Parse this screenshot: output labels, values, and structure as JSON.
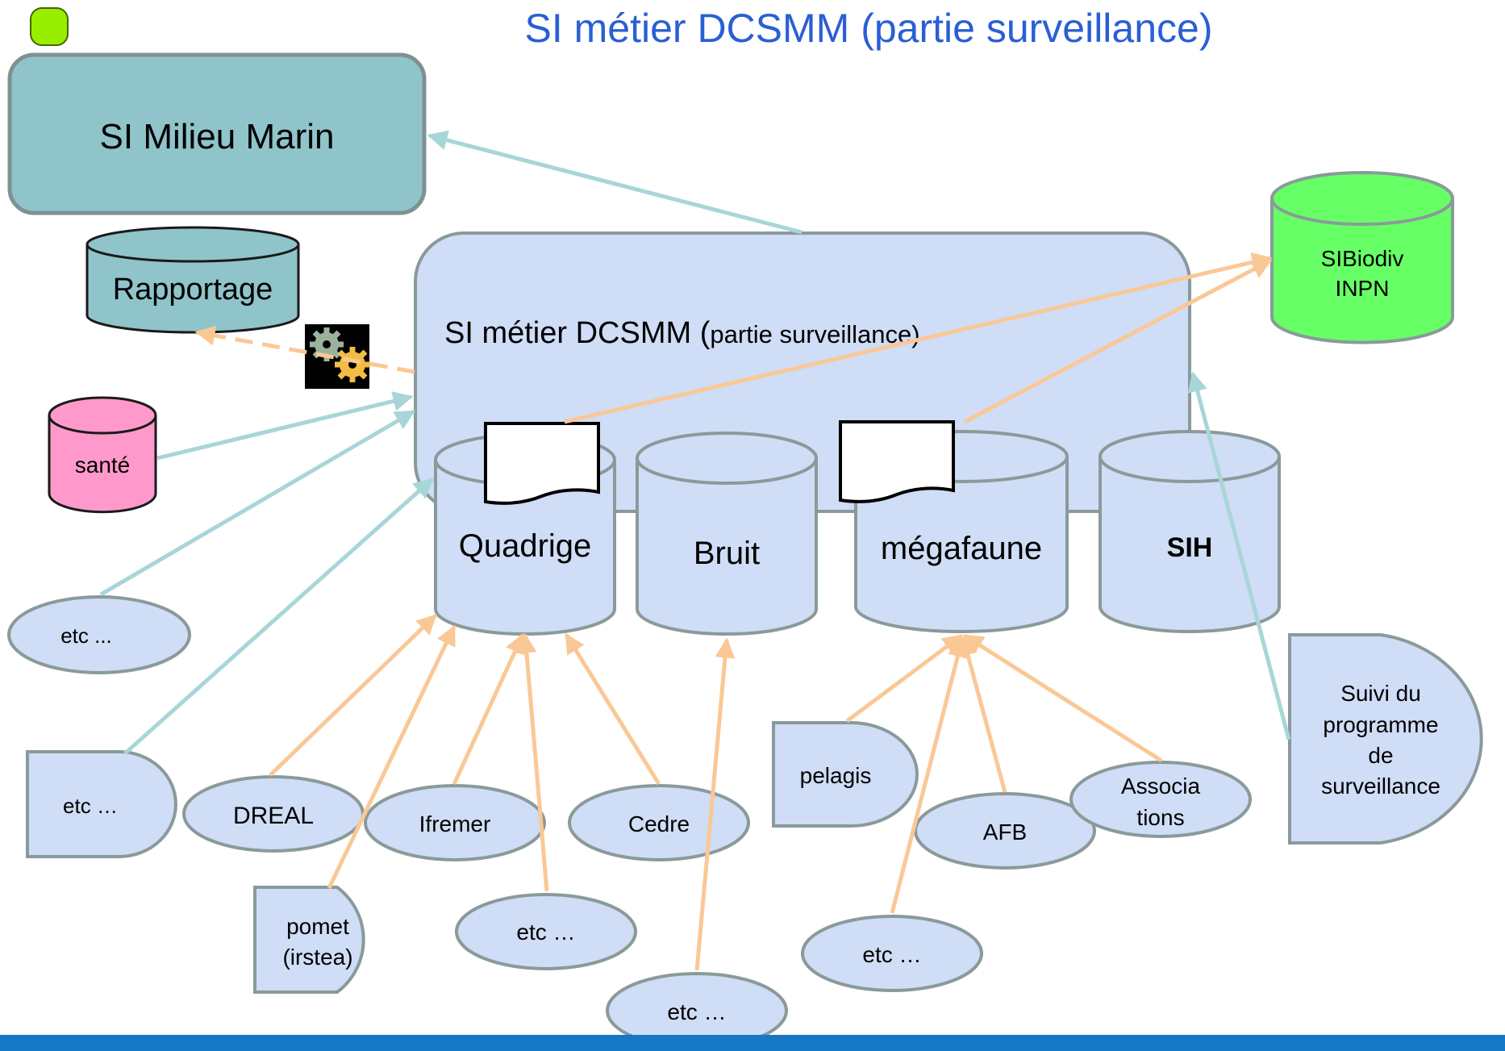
{
  "title": "SI métier DCSMM (partie surveillance)",
  "colors": {
    "title": "#2a5fd4",
    "node_fill": "#cfddf6",
    "node_stroke": "#8a9a9a",
    "teal": "#8fc4ca",
    "green": "#66ff66",
    "pink": "#ff99cc",
    "lime": "#99ee00",
    "orange_arrow": "#fac896",
    "blue_arrow": "#a8d6d8",
    "footer": "#1577c6"
  },
  "nodes": {
    "si_milieu_marin": "SI Milieu Marin",
    "rapportage": "Rapportage",
    "sante": "santé",
    "sibiodiv": [
      "SIBiodiv",
      "INPN"
    ],
    "dcsmm_container": {
      "main": "SI métier DCSMM (",
      "small": "partie surveillance",
      "end": ")"
    },
    "quadrige": "Quadrige",
    "bruit": "Bruit",
    "megafaune": "mégafaune",
    "sih": "SIH",
    "suivi": [
      "Suivi du",
      "programme",
      "de",
      "surveillance"
    ],
    "etc_left_oval": "etc ...",
    "etc_left_shape": "etc …",
    "dreal": "DREAL",
    "ifremer": "Ifremer",
    "cedre": "Cedre",
    "pomet": [
      "pomet",
      "(irstea)"
    ],
    "etc_quadrige": "etc …",
    "etc_bruit": "etc …",
    "pelagis": "pelagis",
    "afb": "AFB",
    "associations": [
      "Associa",
      "tions"
    ],
    "etc_megafaune": "etc …"
  },
  "icons": {
    "status": "status-dot-icon",
    "gears": "gears-icon",
    "document": "document-icon"
  }
}
